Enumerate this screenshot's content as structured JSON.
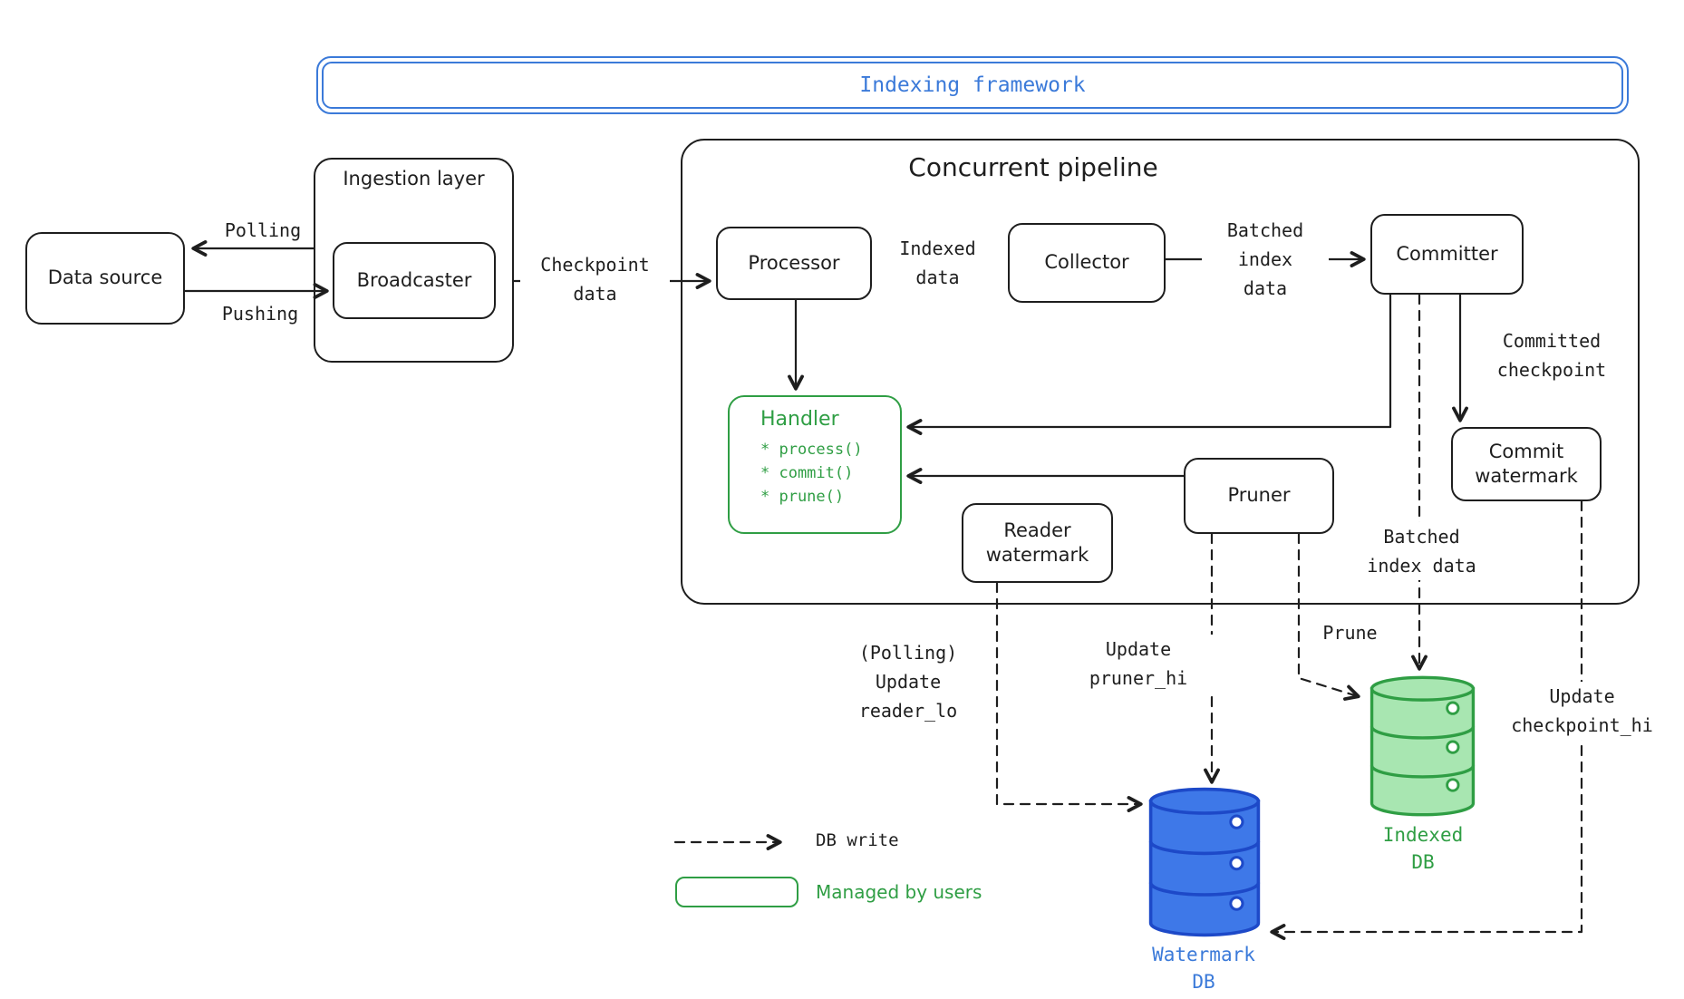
{
  "banner": {
    "title": "Indexing framework"
  },
  "boxes": {
    "data_source": "Data source",
    "ingestion_layer": "Ingestion layer",
    "broadcaster": "Broadcaster",
    "pipeline": "Concurrent pipeline",
    "processor": "Processor",
    "collector": "Collector",
    "committer": "Committer",
    "pruner": "Pruner",
    "reader_watermark": "Reader\nwatermark",
    "commit_watermark": "Commit\nwatermark"
  },
  "handler": {
    "title": "Handler",
    "items": [
      "* process()",
      "* commit()",
      "* prune()"
    ]
  },
  "edge_labels": {
    "polling": "Polling",
    "pushing": "Pushing",
    "checkpoint_data": "Checkpoint\ndata",
    "indexed_data": "Indexed\ndata",
    "batched_index_data": "Batched\nindex\ndata",
    "committed_checkpoint": "Committed\ncheckpoint",
    "batched_index_data_db": "Batched\nindex data",
    "prune": "Prune",
    "polling_update_reader_lo": "(Polling)\nUpdate\nreader_lo",
    "update_pruner_hi": "Update\npruner_hi",
    "update_checkpoint_hi": "Update\ncheckpoint_hi"
  },
  "databases": {
    "watermark_db": "Watermark\nDB",
    "indexed_db": "Indexed\nDB"
  },
  "legend": {
    "db_write": "DB write",
    "managed_by_users": "Managed by users"
  },
  "colors": {
    "blue": "#3b7ad9",
    "green": "#2f9e44",
    "ink": "#1e1e1e",
    "watermark_db_fill": "#3e78e8",
    "watermark_db_stroke": "#1d49c8",
    "indexed_db_fill": "#a8e6b1",
    "indexed_db_stroke": "#2f9e44"
  }
}
